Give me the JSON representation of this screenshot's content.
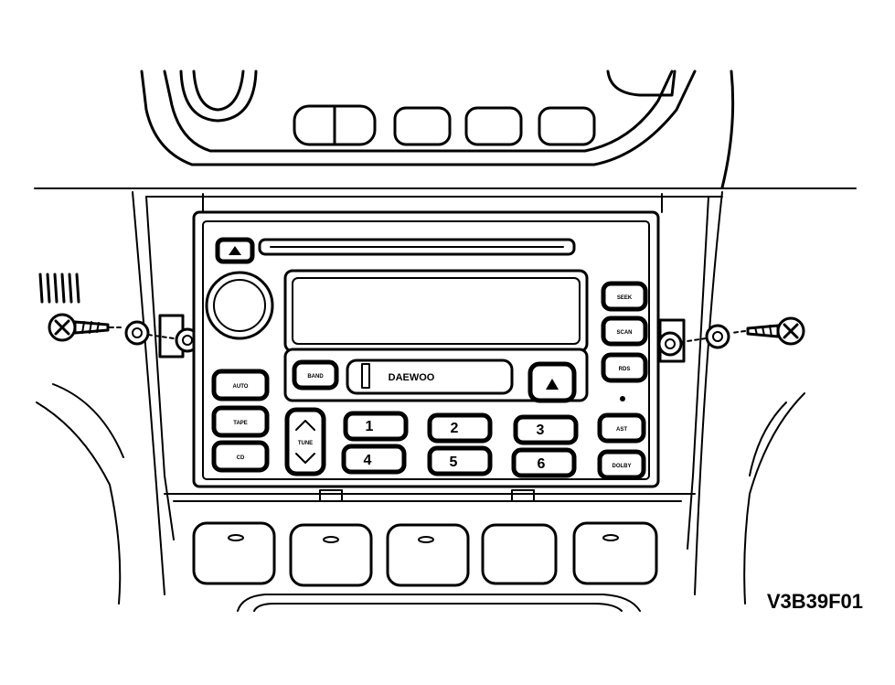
{
  "figure": {
    "code": "V3B39F01"
  },
  "radio": {
    "brand": "DAEWOO",
    "left_buttons": [
      "AUTO",
      "TAPE",
      "CD"
    ],
    "band_button": "BAND",
    "rocker_label": "TUNE",
    "right_buttons": [
      "SEEK",
      "SCAN",
      "RDS",
      "AST",
      "DOLBY"
    ],
    "preset_buttons": [
      "1",
      "2",
      "3",
      "4",
      "5",
      "6"
    ]
  }
}
